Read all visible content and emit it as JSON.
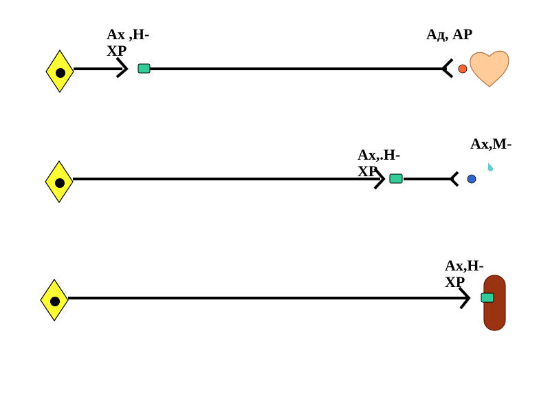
{
  "labels": {
    "row1_left": [
      "Ах ,Н-",
      "ХР"
    ],
    "row1_right": "Ад, АР",
    "row2_left": [
      "Ах,.Н-",
      "ХР"
    ],
    "row2_right": "Ах,М-",
    "row3_right": [
      "Ах,Н-",
      "ХР"
    ]
  },
  "colors": {
    "neuron_body": "#ffff33",
    "nucleus": "#000000",
    "axon": "#000000",
    "ganglion_receptor": "#33cc99",
    "heart": "#ffcc99",
    "heart_receptor": "#ff6633",
    "m_receptor": "#3366cc",
    "m_drop": "#66cccc",
    "skeletal_muscle": "#993311"
  }
}
